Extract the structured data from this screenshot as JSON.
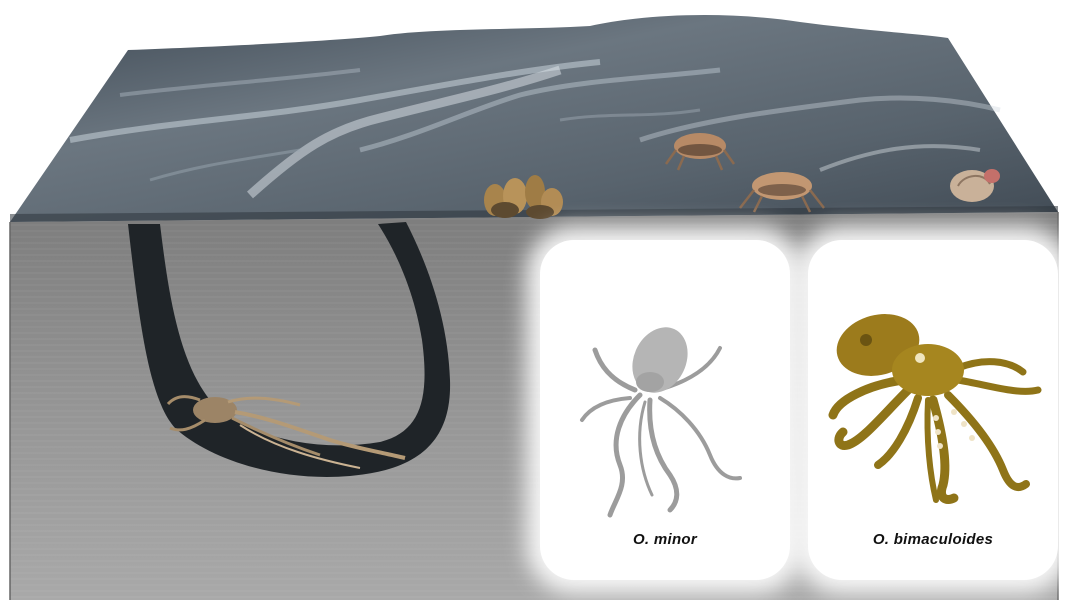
{
  "figure": {
    "panels": [
      {
        "species_label": "O. minor"
      },
      {
        "species_label": "O. bimaculoides"
      }
    ]
  },
  "colors": {
    "seafloor_surface": "#5f6a73",
    "sediment": "#8e8e8e",
    "burrow": "#1e2226",
    "o_minor_body": "#bdbdbd",
    "o_bimaculoides_body": "#9a7a1c"
  },
  "icons": [
    "octopus-in-burrow",
    "shell-cluster",
    "crab",
    "crab",
    "hermit-crab-shell"
  ]
}
